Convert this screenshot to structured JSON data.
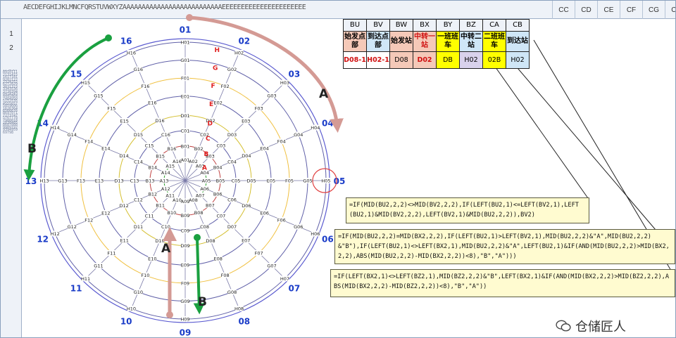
{
  "spreadsheet": {
    "header_strip_text": "AECDEFGHIJKLMNCFQRSTUVWXYZAAAAAAAAAAAAAAAAAAAAAAAAAAEEEEEEEEEEEEEEEEEEEEEE",
    "columns": [
      "BU",
      "BV",
      "BW",
      "BX",
      "BY",
      "BZ",
      "CA",
      "CB",
      "CC",
      "CD",
      "CE",
      "CF",
      "CG",
      "CH"
    ],
    "rows": [
      "1",
      "2"
    ],
    "tiny_row_text": "1234567891011121314151617181920212223242526272829303132333435363738394041424344454647484950515253545556575859606162636465666768697071727374757677787980818283848586878889909192939495969798"
  },
  "table": {
    "headers": [
      "始发点部",
      "到达点部",
      "始发站",
      "中转一站",
      "一班班车",
      "中转二站",
      "二班班车",
      "到达站"
    ],
    "values": [
      "D08-1",
      "H02-1",
      "D08",
      "D02",
      "DB",
      "H02",
      "02B",
      "H02"
    ],
    "header_colors": [
      "#f5c9b8",
      "#cfe6f7",
      "#f5c9b8",
      "#f5c9b8",
      "#ffff00",
      "#cfe6f7",
      "#ffff00",
      "#cfe6f7"
    ],
    "value_colors": [
      "#ffffff",
      "#ffffff",
      "#f5c9b8",
      "#f5c9b8",
      "#ffff00",
      "#d9d2ec",
      "#ffff00",
      "#cfe6f7"
    ],
    "red_header": 3
  },
  "formulas": {
    "f1": "=IF(MID(BU2,2,2)<>MID(BV2,2,2),IF(LEFT(BU2,1)<=LEFT(BV2,1),LEFT(BU2,1)&MID(BV2,2,2),LEFT(BV2,1)&MID(BU2,2,2)),BV2)",
    "f2": "=IF(MID(BU2,2,2)=MID(BX2,2,2),IF(LEFT(BU2,1)>LEFT(BV2,1),MID(BU2,2,2)&\"A\",MID(BU2,2,2)&\"B\"),IF(LEFT(BU2,1)<>LEFT(BX2,1),MID(BU2,2,2)&\"A\",LEFT(BU2,1)&IF(AND(MID(BU2,2,2)>MID(BX2,2,2),ABS(MID(BU2,2,2)-MID(BX2,2,2))<8),\"B\",\"A\")))",
    "f3": "=IF(LEFT(BX2,1)<>LEFT(BZ2,1),MID(BZ2,2,2)&\"B\",LEFT(BX2,1)&IF(AND(MID(BX2,2,2)>MID(BZ2,2,2),ABS(MID(BX2,2,2)-MID(BZ2,2,2))<8),\"B\",\"A\"))"
  },
  "diagram": {
    "rings": [
      "A",
      "B",
      "C",
      "D",
      "E",
      "F",
      "G",
      "H"
    ],
    "ring_colors": [
      "#2aa02a",
      "#c04040",
      "#6060a8",
      "#d4bf30",
      "#6060a8",
      "#f0c040",
      "#6060a8",
      "#6060a8"
    ],
    "ring_label_color": "#e02020",
    "spokes": [
      "01",
      "02",
      "03",
      "04",
      "05",
      "06",
      "07",
      "08",
      "09",
      "10",
      "11",
      "12",
      "13",
      "14",
      "15",
      "16"
    ],
    "spoke_label_color": "#1a3cc8",
    "arrow_a_label": "A",
    "arrow_b_label": "B",
    "arrow_a_color": "#d49a94",
    "arrow_b_color": "#1aa040"
  },
  "watermark": "仓储匠人"
}
